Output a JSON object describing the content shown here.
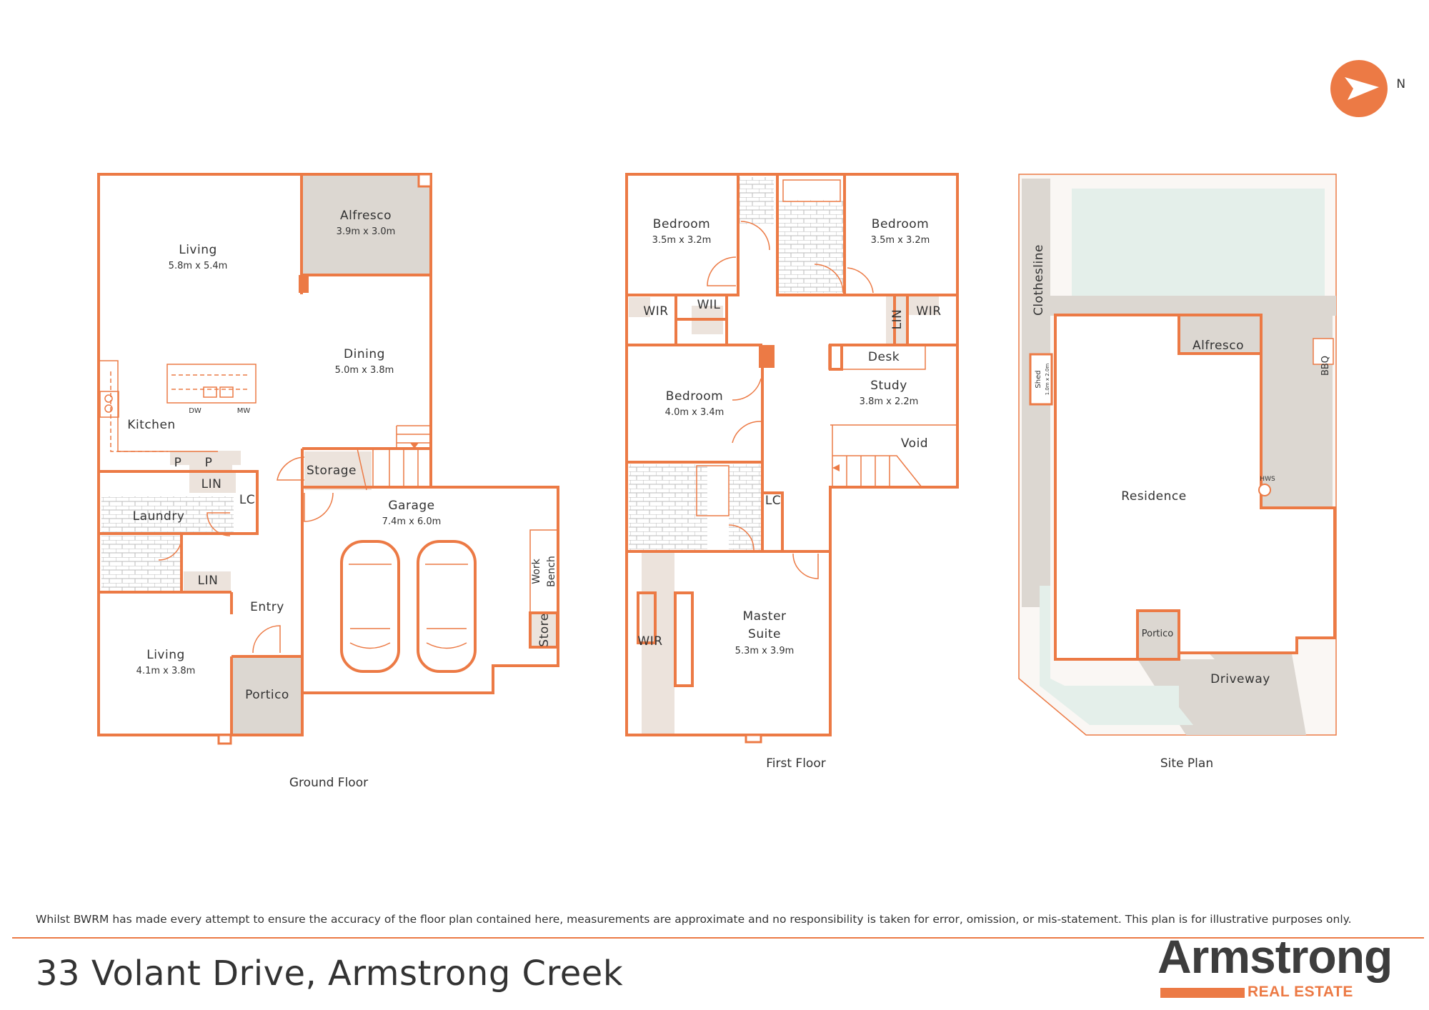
{
  "compass": {
    "label": "N"
  },
  "ground_floor": {
    "caption": "Ground Floor",
    "rooms": {
      "living": {
        "name": "Living",
        "dims": "5.8m x 5.4m"
      },
      "alfresco": {
        "name": "Alfresco",
        "dims": "3.9m x 3.0m"
      },
      "dining": {
        "name": "Dining",
        "dims": "5.0m x 3.8m"
      },
      "kitchen": {
        "name": "Kitchen"
      },
      "dw": "DW",
      "mw": "MW",
      "pantry1": "P",
      "pantry2": "P",
      "storage": "Storage",
      "lin1": "LIN",
      "lc": "LC",
      "laundry": "Laundry",
      "lin2": "LIN",
      "garage": {
        "name": "Garage",
        "dims": "7.4m x 6.0m"
      },
      "work_bench_1": "Work",
      "work_bench_2": "Bench",
      "store": "Store",
      "entry": "Entry",
      "living2": {
        "name": "Living",
        "dims": "4.1m x 3.8m"
      },
      "portico": "Portico"
    }
  },
  "first_floor": {
    "caption": "First Floor",
    "rooms": {
      "bedroom1": {
        "name": "Bedroom",
        "dims": "3.5m x 3.2m"
      },
      "bedroom2": {
        "name": "Bedroom",
        "dims": "3.5m x 3.2m"
      },
      "wir1": "WIR",
      "wil": "WIL",
      "lin": "LIN",
      "wir2": "WIR",
      "bedroom3": {
        "name": "Bedroom",
        "dims": "4.0m x 3.4m"
      },
      "desk": "Desk",
      "study": {
        "name": "Study",
        "dims": "3.8m x 2.2m"
      },
      "void": "Void",
      "lc": "LC",
      "wir3": "WIR",
      "master": {
        "name1": "Master",
        "name2": "Suite",
        "dims": "5.3m x 3.9m"
      }
    }
  },
  "site_plan": {
    "caption": "Site Plan",
    "clothesline": "Clothesline",
    "shed": "Shed",
    "shed_dims": "1.0m x 2.0m",
    "alfresco": "Alfresco",
    "bbq": "BBQ",
    "hws": "HWS",
    "residence": "Residence",
    "portico": "Portico",
    "driveway": "Driveway"
  },
  "footer": {
    "disclaimer": "Whilst BWRM  has made every attempt to ensure the accuracy of the floor plan contained here, measurements are approximate and no responsibility is taken for error, omission, or mis-statement. This plan is for illustrative purposes only.",
    "address": "33 Volant Drive, Armstrong Creek",
    "logo_main": "Armstrong",
    "logo_sub": "REAL ESTATE"
  },
  "colors": {
    "accent": "#ec7a45",
    "text": "#333333",
    "concrete": "#dcd7d1",
    "lawn": "#e4efea"
  }
}
